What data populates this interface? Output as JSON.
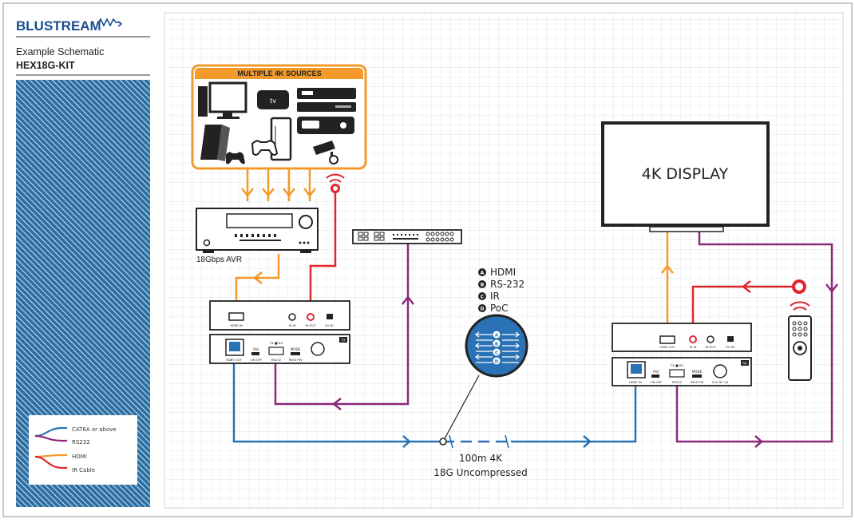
{
  "brand": {
    "name": "BLUSTREAM",
    "subtitle": "Example Schematic",
    "model": "HEX18G-KIT"
  },
  "legend": [
    {
      "label": "CAT6A or above",
      "color": "#2a72b5"
    },
    {
      "label": "RS232",
      "color": "#8b2a7a"
    },
    {
      "label": "HDMI",
      "color": "#f39a2a"
    },
    {
      "label": "IR Cable",
      "color": "#e0262b"
    }
  ],
  "sources": {
    "title": "MULTIPLE 4K SOURCES",
    "atv_logo": "tv"
  },
  "avr": {
    "label": "18Gbps AVR"
  },
  "display": {
    "label": "4K DISPLAY"
  },
  "signals": [
    {
      "letter": "A",
      "label": "HDMI"
    },
    {
      "letter": "B",
      "label": "RS-232"
    },
    {
      "letter": "C",
      "label": "IR"
    },
    {
      "letter": "D",
      "label": "PoC"
    }
  ],
  "cable": {
    "line1": "100m 4K",
    "line2": "18G Uncompressed"
  },
  "transmitter": {
    "top_ports": [
      "HDMI IN",
      "IR IN",
      "IR OUT",
      "5V DC"
    ],
    "bottom_ports": [
      "HDBT OUT",
      "ON OFF",
      "RS232",
      "PASS PW"
    ],
    "poc_label": "PoC",
    "rs232_label": "TX ■ RX",
    "mode_label": "MODE",
    "tag": "TX"
  },
  "receiver": {
    "top_ports": [
      "HDMI OUT",
      "IR IN",
      "IR OUT",
      "5V DC"
    ],
    "bottom_ports": [
      "HDBT IN",
      "ON OFF",
      "RS232",
      "PASS PW",
      "24V DC 2A"
    ],
    "poc_label": "PoC",
    "rs232_label": "TX ■ RX",
    "mode_label": "MODE",
    "tag": "RX"
  },
  "colors": {
    "brand_blue": "#1a4d8f",
    "hatch_blue": "#2c6fa3",
    "orange": "#f39a2a",
    "red": "#e0262b",
    "purple": "#8b2a7a",
    "blue": "#2a72b5",
    "grid": "#d9dde2"
  }
}
